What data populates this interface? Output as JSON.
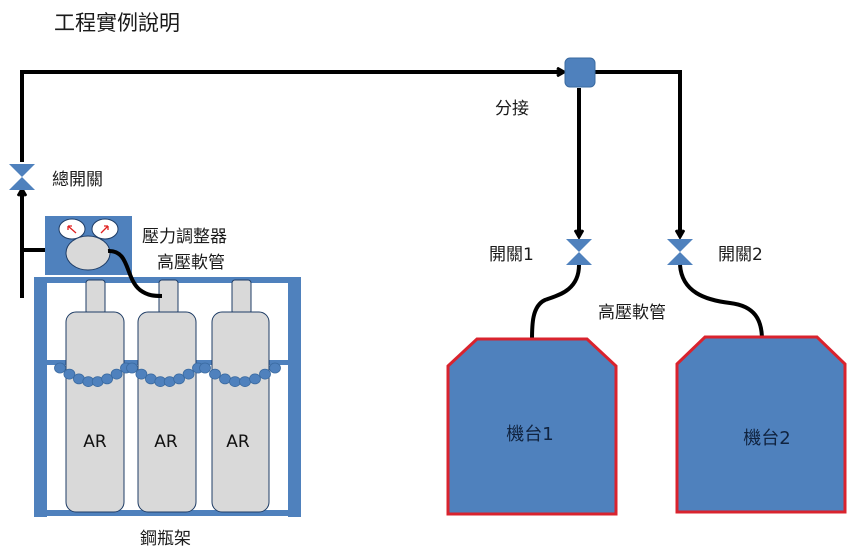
{
  "title": "工程實例說明",
  "labels": {
    "main_valve": "總開關",
    "regulator": "壓力調整器",
    "hose_left": "高壓軟管",
    "rack": "鋼瓶架",
    "splitter": "分接",
    "switch1": "開關1",
    "switch2": "開關2",
    "hose_right": "高壓軟管",
    "machine1": "機台1",
    "machine2": "機台2"
  },
  "cylinders": [
    {
      "label": "AR"
    },
    {
      "label": "AR"
    },
    {
      "label": "AR"
    }
  ],
  "colors": {
    "blue": "#4f81bd",
    "gray": "#d9d9d9",
    "red": "#d9232e",
    "line": "#000000",
    "gauge_arrow": "#e02020"
  }
}
